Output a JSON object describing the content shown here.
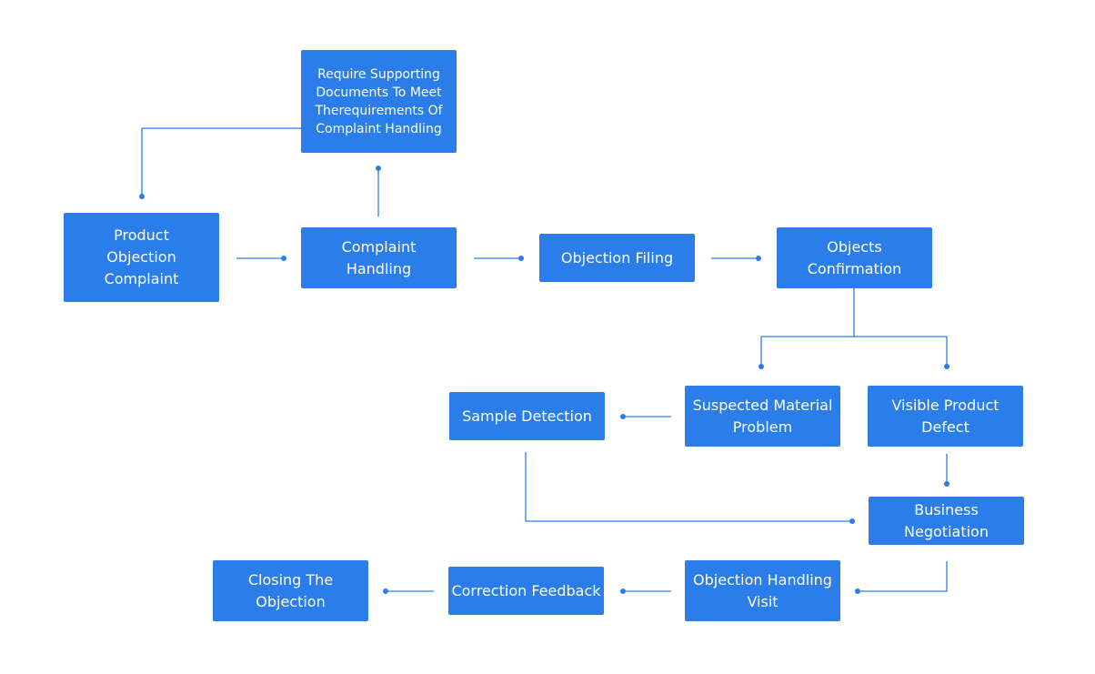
{
  "diagram": {
    "accent_color": "#2b7de9",
    "nodes": {
      "require_docs": [
        "Require Supporting",
        "Documents To Meet",
        "Therequirements Of",
        "Complaint Handling"
      ],
      "product_objection": [
        "Product",
        "Objection",
        "Complaint"
      ],
      "complaint_handling": [
        "Complaint",
        "Handling"
      ],
      "objection_filing": [
        "Objection Filing"
      ],
      "objects_confirmation": [
        "Objects",
        "Confirmation"
      ],
      "sample_detection": [
        "Sample Detection"
      ],
      "suspected_material": [
        "Suspected Material",
        "Problem"
      ],
      "visible_defect": [
        "Visible Product",
        "Defect"
      ],
      "business_negotiation": [
        "Business Negotiation"
      ],
      "closing_objection": [
        "Closing The",
        "Objection"
      ],
      "correction_feedback": [
        "Correction Feedback"
      ],
      "handling_visit": [
        "Objection Handling",
        "Visit"
      ]
    }
  }
}
